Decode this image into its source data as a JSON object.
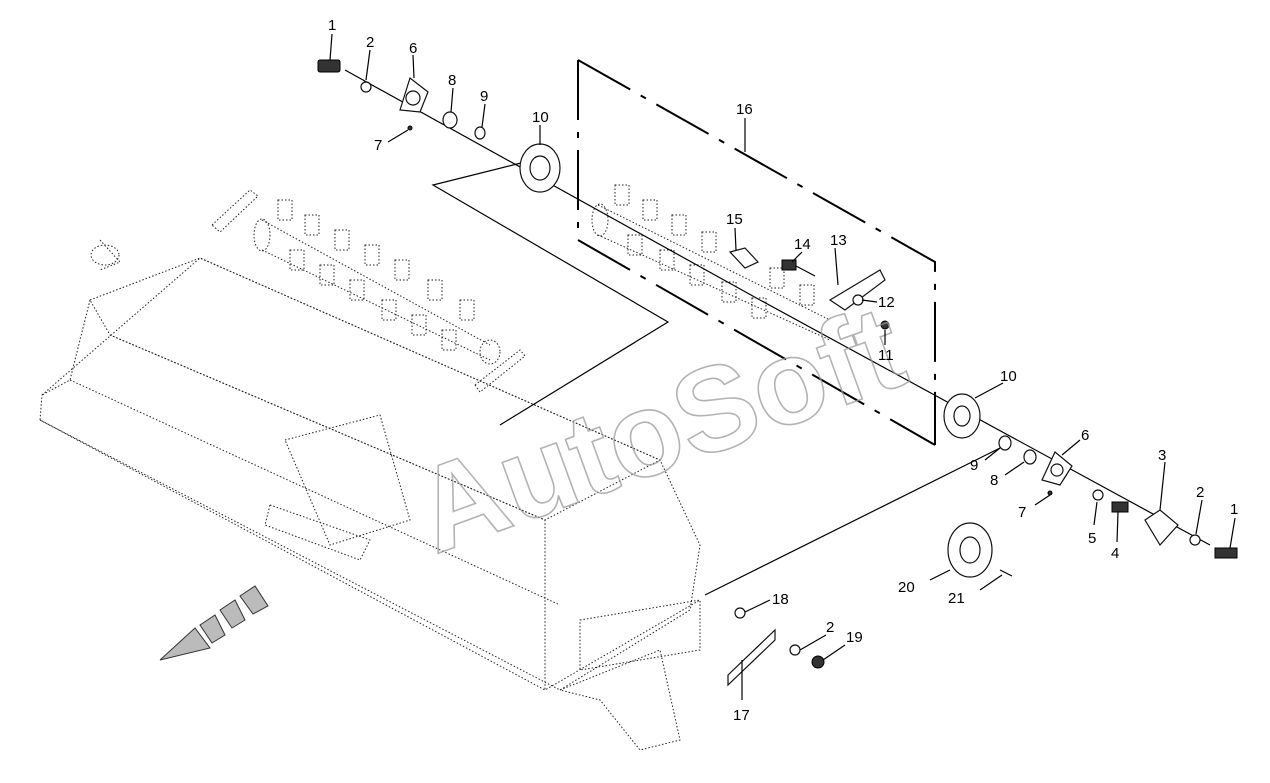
{
  "watermark": "AutoSoft",
  "callouts": [
    {
      "id": "c1a",
      "text": "1"
    },
    {
      "id": "c2a",
      "text": "2"
    },
    {
      "id": "c6a",
      "text": "6"
    },
    {
      "id": "c7a",
      "text": "7"
    },
    {
      "id": "c8a",
      "text": "8"
    },
    {
      "id": "c9a",
      "text": "9"
    },
    {
      "id": "c10a",
      "text": "10"
    },
    {
      "id": "c16",
      "text": "16"
    },
    {
      "id": "c15",
      "text": "15"
    },
    {
      "id": "c14",
      "text": "14"
    },
    {
      "id": "c13",
      "text": "13"
    },
    {
      "id": "c12",
      "text": "12"
    },
    {
      "id": "c11",
      "text": "11"
    },
    {
      "id": "c10b",
      "text": "10"
    },
    {
      "id": "c6b",
      "text": "6"
    },
    {
      "id": "c9b",
      "text": "9"
    },
    {
      "id": "c8b",
      "text": "8"
    },
    {
      "id": "c7b",
      "text": "7"
    },
    {
      "id": "c3",
      "text": "3"
    },
    {
      "id": "c2b",
      "text": "2"
    },
    {
      "id": "c1b",
      "text": "1"
    },
    {
      "id": "c5",
      "text": "5"
    },
    {
      "id": "c4",
      "text": "4"
    },
    {
      "id": "c20",
      "text": "20"
    },
    {
      "id": "c21",
      "text": "21"
    },
    {
      "id": "c18",
      "text": "18"
    },
    {
      "id": "c2c",
      "text": "2"
    },
    {
      "id": "c19",
      "text": "19"
    },
    {
      "id": "c17",
      "text": "17"
    }
  ]
}
